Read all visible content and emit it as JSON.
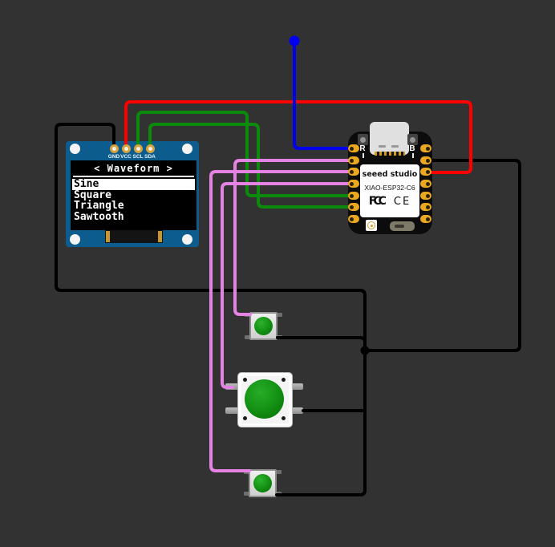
{
  "canvas": {
    "background": "#323232"
  },
  "components": {
    "oled": {
      "name": "OLED display SSD1306 128x64",
      "pin_labels": [
        "GND",
        "VCC",
        "SCL",
        "SDA"
      ],
      "screen": {
        "title": "< Waveform >",
        "items": [
          {
            "label": "Sine",
            "selected": true
          },
          {
            "label": "Square",
            "selected": false
          },
          {
            "label": "Triangle",
            "selected": false
          },
          {
            "label": "Sawtooth",
            "selected": false
          }
        ]
      }
    },
    "mcu": {
      "name": "Seeed Studio XIAO ESP32-C6",
      "brand": "seeed studio",
      "model": "XIAO-ESP32-C6",
      "reset_button_label": "R",
      "boot_button_label": "B",
      "logos": {
        "fcc": "FCC",
        "ce": "CE"
      },
      "left_pin_count": 7,
      "right_pin_count": 7
    },
    "buttons": [
      {
        "name": "pushbutton-top",
        "color": "green",
        "size": "small"
      },
      {
        "name": "pushbutton-middle",
        "color": "green",
        "size": "large"
      },
      {
        "name": "pushbutton-bottom",
        "color": "green",
        "size": "small"
      }
    ]
  },
  "wires": [
    {
      "id": "oled-gnd-to-junction",
      "color": "black",
      "hex": "#000000",
      "from": "OLED GND",
      "to": "black junction"
    },
    {
      "id": "junction-to-mcu-right-pin2",
      "color": "black",
      "hex": "#000000",
      "from": "black junction",
      "to": "XIAO right pin 2"
    },
    {
      "id": "btn-top-to-junction",
      "color": "black",
      "hex": "#000000",
      "from": "pushbutton-top right pin",
      "to": "black junction"
    },
    {
      "id": "junction-to-btn-bottom",
      "color": "black",
      "hex": "#000000",
      "from": "black junction",
      "to": "pushbutton-bottom right pin"
    },
    {
      "id": "btn-middle-to-chain",
      "color": "black",
      "hex": "#000000",
      "from": "pushbutton-middle right pin",
      "to": "black junction column"
    },
    {
      "id": "oled-vcc-to-mcu-right-pin3",
      "color": "red",
      "hex": "#ff0000",
      "from": "OLED VCC",
      "to": "XIAO right pin 3"
    },
    {
      "id": "oled-scl-to-mcu-left-pin5",
      "color": "green",
      "hex": "#0c8a0c",
      "from": "OLED SCL",
      "to": "XIAO left pin 5"
    },
    {
      "id": "oled-sda-to-mcu-left-pin6",
      "color": "green",
      "hex": "#0c8a0c",
      "from": "OLED SDA",
      "to": "XIAO left pin 6"
    },
    {
      "id": "blue-stub-to-mcu-left-pin1",
      "color": "blue",
      "hex": "#0000ee",
      "from": "dangling endpoint",
      "to": "XIAO left pin 1"
    },
    {
      "id": "mcu-left-pin2-to-btn-top",
      "color": "magenta",
      "hex": "#e583e5",
      "from": "XIAO left pin 2",
      "to": "pushbutton-top left pin"
    },
    {
      "id": "mcu-left-pin3-to-btn-bottom",
      "color": "magenta",
      "hex": "#e583e5",
      "from": "XIAO left pin 3",
      "to": "pushbutton-bottom left pin"
    },
    {
      "id": "mcu-left-pin4-to-btn-middle",
      "color": "magenta",
      "hex": "#e583e5",
      "from": "XIAO left pin 4",
      "to": "pushbutton-middle left pin"
    }
  ],
  "markers": {
    "junction_dot_color": "#000000",
    "blue_endpoint_color": "#0000ee"
  }
}
